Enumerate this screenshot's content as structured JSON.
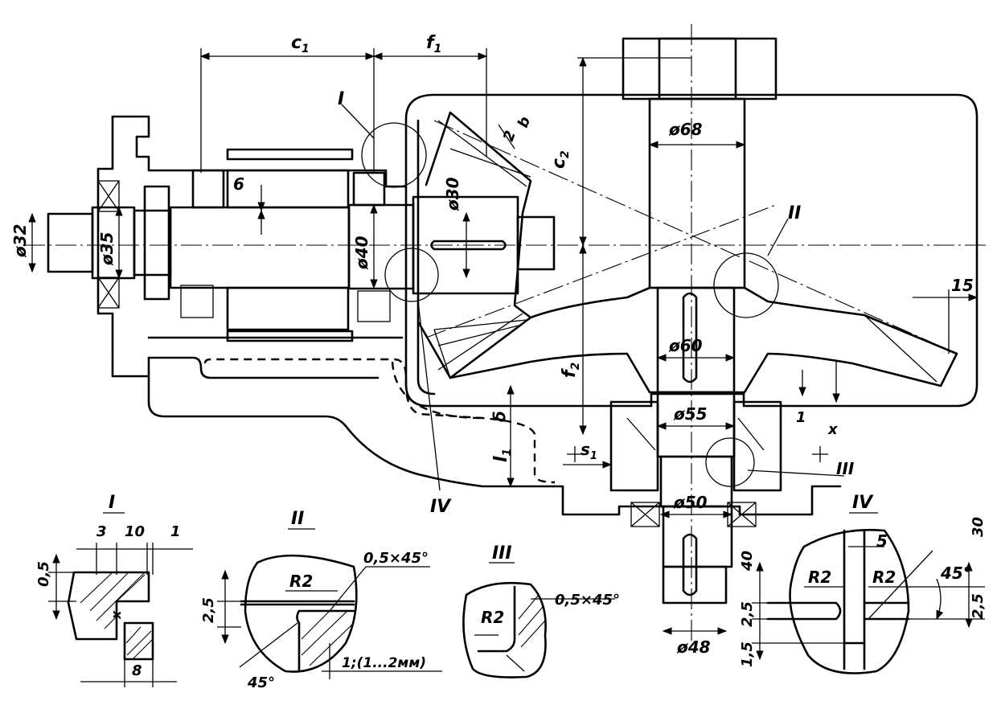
{
  "dimensions": {
    "c1": "c",
    "c1_sub": "1",
    "f1": "f",
    "f1_sub": "1",
    "c2": "c",
    "c2_sub": "2",
    "f2": "f",
    "f2_sub": "2",
    "l1": "l",
    "l1_sub": "1",
    "s1": "s",
    "s1_sub": "1",
    "b_small": "b",
    "two": "2",
    "six": "6",
    "d68": "ø68",
    "d60": "ø60",
    "d55": "ø55",
    "d50": "ø50",
    "d48": "ø48",
    "d30": "ø30",
    "d40": "ø40",
    "d35": "ø35",
    "d32": "ø32",
    "fifteen": "15",
    "delta": "δ",
    "x": "x",
    "one": "1"
  },
  "callouts": {
    "I": "I",
    "II": "II",
    "III": "III",
    "IV": "IV"
  },
  "details": {
    "I": {
      "title": "I",
      "dims": [
        "3",
        "10",
        "1",
        "0,5",
        "x",
        "8"
      ]
    },
    "II": {
      "title": "II",
      "dims": [
        "R2",
        "0,5×45°",
        "2,5",
        "45°",
        "1;(1...2мм)"
      ]
    },
    "III": {
      "title": "III",
      "dims": [
        "R2",
        "0,5×45°"
      ]
    },
    "IV": {
      "title": "IV",
      "dims": [
        "5",
        "R2",
        "R2",
        "45°",
        "40",
        "30",
        "2,5",
        "1,5",
        "2,5"
      ]
    }
  }
}
